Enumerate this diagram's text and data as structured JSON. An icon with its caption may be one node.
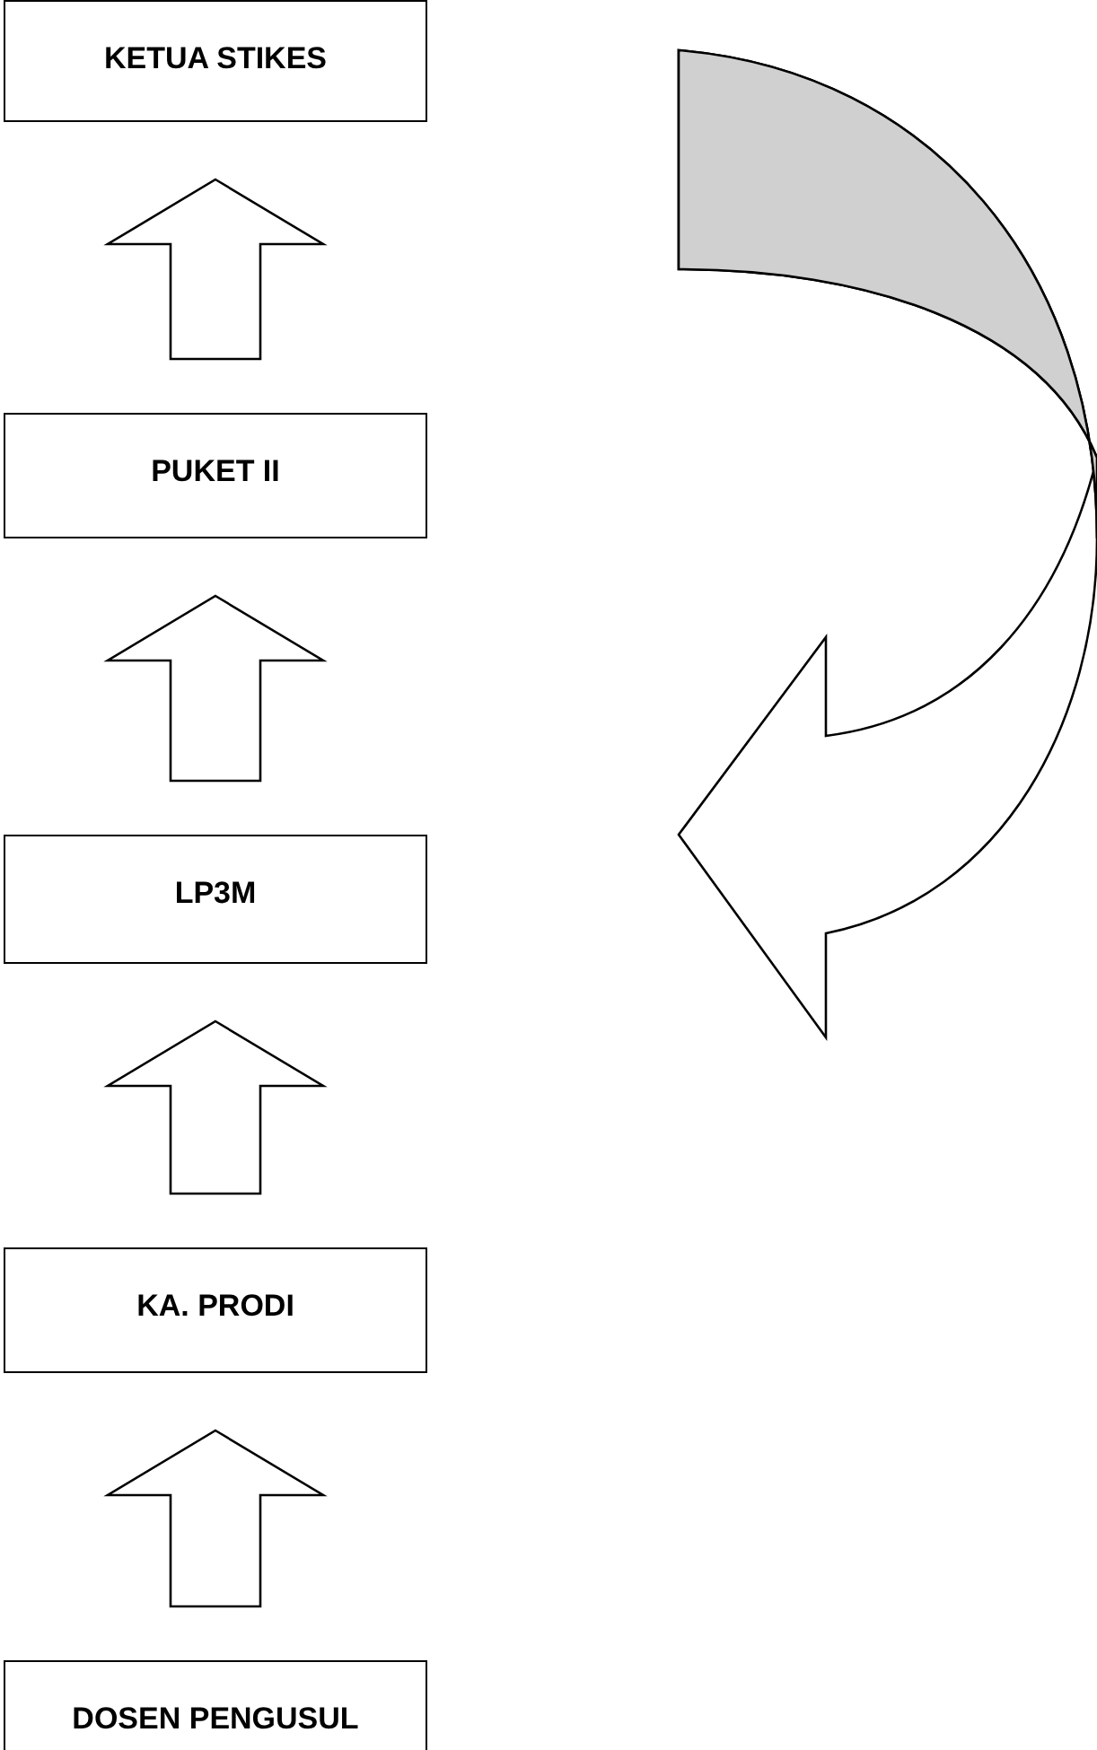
{
  "diagram": {
    "nodes": [
      {
        "text": [
          "KETUA STIKES"
        ]
      },
      {
        "text": [
          "PUKET II"
        ]
      },
      {
        "text": [
          "LP3M"
        ]
      },
      {
        "text": [
          "KA. PRODI"
        ]
      },
      {
        "text": [
          "DOSEN PENGUSUL"
        ]
      }
    ],
    "edges": [
      {
        "from": 1,
        "to": 0,
        "arrow": "to",
        "style": "thick"
      },
      {
        "from": 2,
        "to": 1,
        "arrow": "to",
        "style": "thick"
      },
      {
        "from": 3,
        "to": 2,
        "arrow": "to",
        "style": "thick"
      },
      {
        "from": 4,
        "to": 3,
        "arrow": "to",
        "style": "thick"
      },
      {
        "from": 0,
        "to": 2,
        "arrow": "to",
        "style": "thick",
        "color": "#d0d0d0"
      }
    ]
  }
}
